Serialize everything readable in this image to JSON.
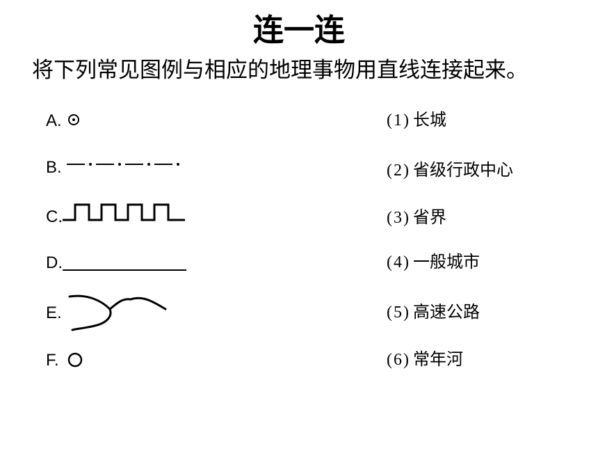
{
  "title": "连一连",
  "instruction": "将下列常见图例与相应的地理事物用直线连接起来。",
  "symbols": [
    {
      "label": "A.",
      "icon": "dotted-circle-icon"
    },
    {
      "label": "B.",
      "icon": "dash-dot-line-icon"
    },
    {
      "label": "C.",
      "icon": "square-wave-line-icon"
    },
    {
      "label": "D.",
      "icon": "straight-line-icon"
    },
    {
      "label": "E.",
      "icon": "wavy-branching-line-icon"
    },
    {
      "label": "F.",
      "icon": "hollow-circle-icon"
    }
  ],
  "features": [
    {
      "num": "(1)",
      "text": "长城"
    },
    {
      "num": "(2)",
      "text": "省级行政中心"
    },
    {
      "num": "(3)",
      "text": "省界"
    },
    {
      "num": "(4)",
      "text": "一般城市"
    },
    {
      "num": "(5)",
      "text": "高速公路"
    },
    {
      "num": "(6)",
      "text": "常年河"
    }
  ]
}
